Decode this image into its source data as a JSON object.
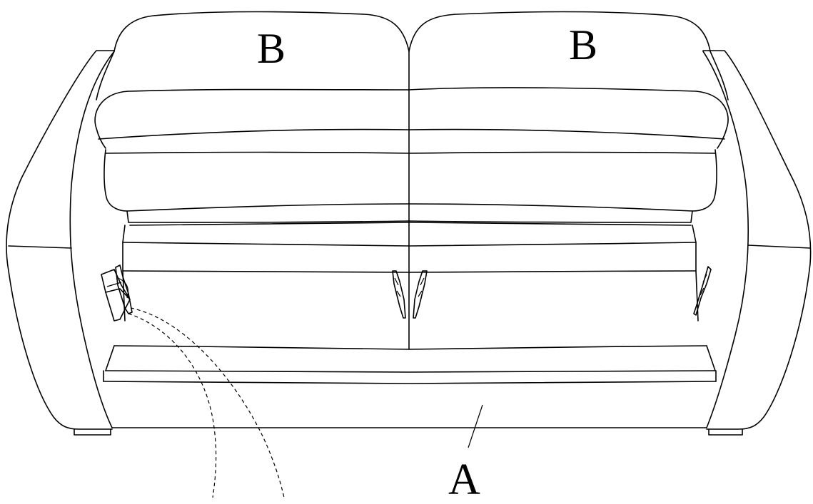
{
  "labels": {
    "cushion_left": "B",
    "cushion_right": "B",
    "base": "A"
  }
}
